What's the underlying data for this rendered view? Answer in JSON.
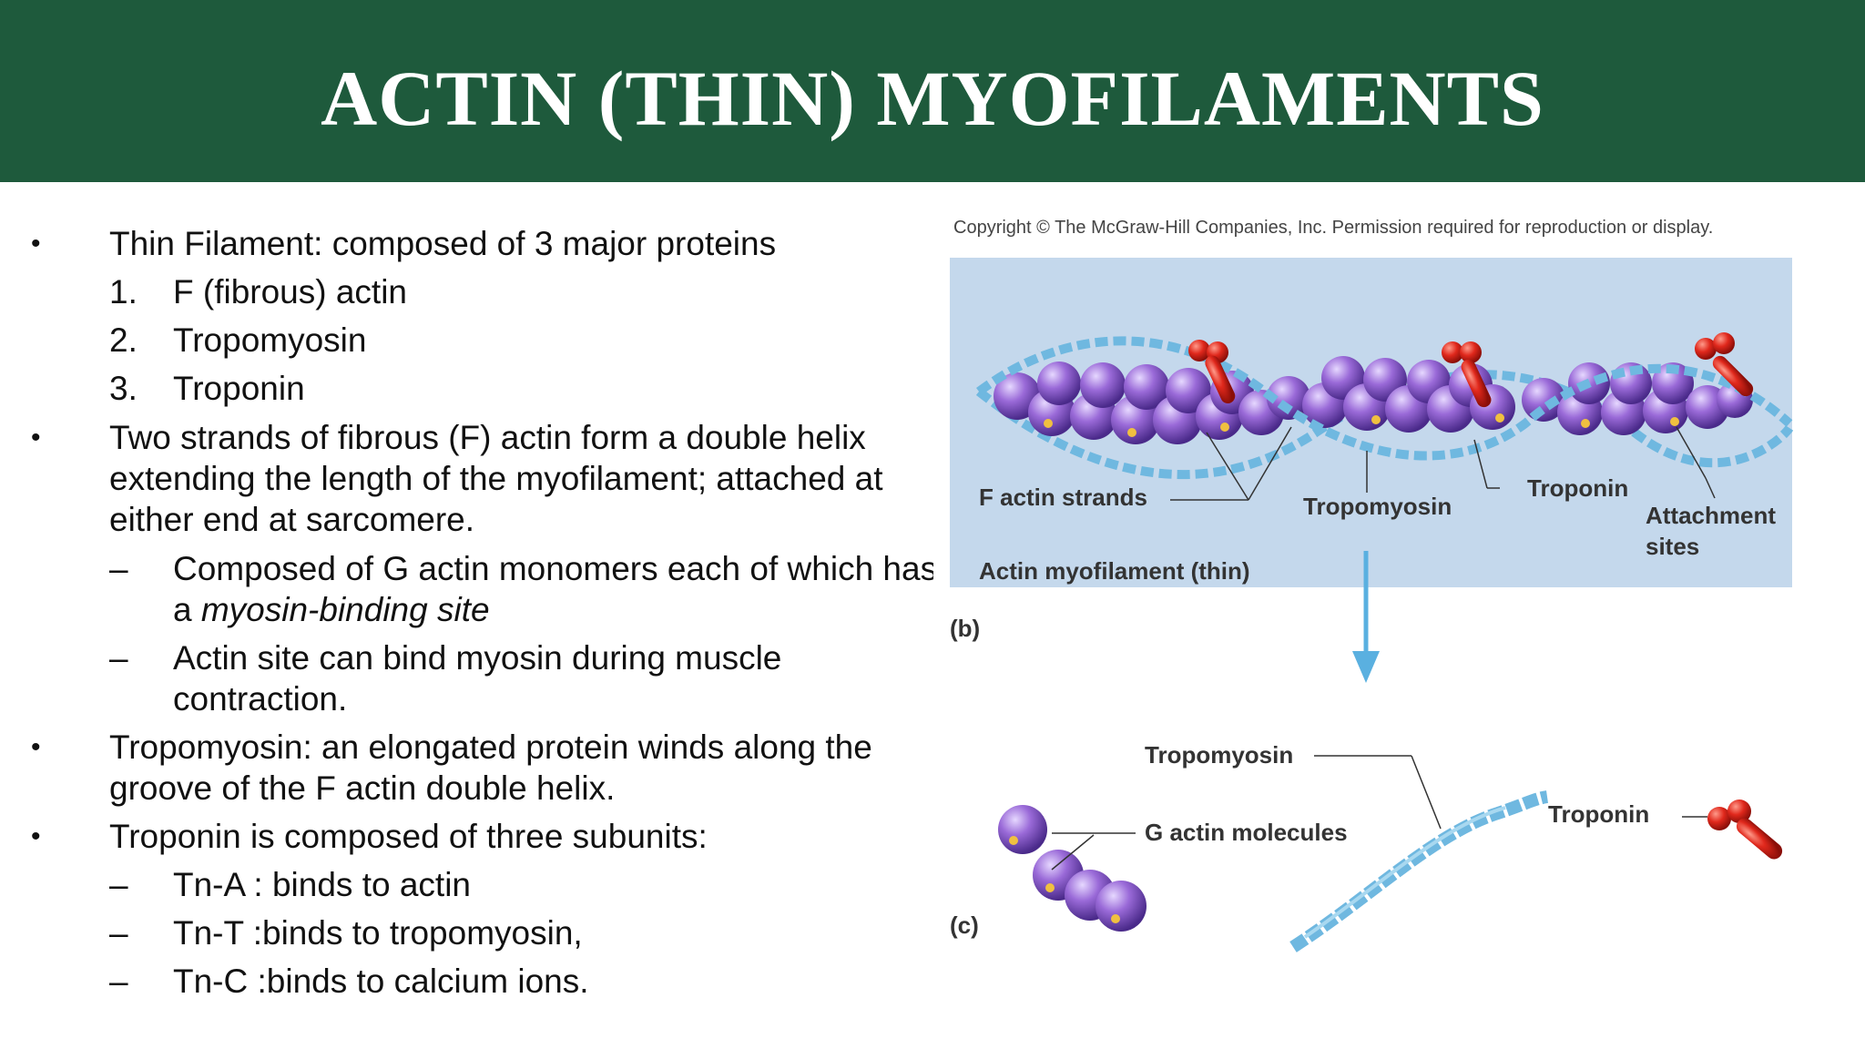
{
  "slide": {
    "title": "ACTIN (THIN) MYOFILAMENTS"
  },
  "text": {
    "b1": "Thin Filament: composed of 3 major proteins",
    "n1_num": "1.",
    "n1": "F (fibrous) actin",
    "n2_num": "2.",
    "n2": "Tropomyosin",
    "n3_num": "3.",
    "n3": "Troponin",
    "b2": "Two strands of fibrous (F) actin form a double helix extending the length of the myofilament; attached at either end at sarcomere.",
    "d1_pre": "Composed of G actin monomers each of which has",
    "d1_pre2": "a ",
    "d1_italic": "myosin-binding site",
    "d2": "Actin site can bind myosin during muscle contraction.",
    "b3": "Tropomyosin: an elongated protein winds along the groove of the F actin double helix.",
    "b4": "Troponin is composed of three subunits:",
    "s1": "Tn-A : binds to actin",
    "s2": "Tn-T :binds to tropomyosin,",
    "s3": "Tn-C :binds to calcium ions.",
    "bullet_char": "•",
    "dash_char": "–"
  },
  "figure": {
    "copyright": "Copyright © The McGraw-Hill Companies, Inc. Permission required for reproduction or display.",
    "label_f_actin": "F actin strands",
    "label_tropomyosin": "Tropomyosin",
    "label_troponin": "Troponin",
    "label_attachment1": "Attachment",
    "label_attachment2": "sites",
    "label_actin_myofilament": "Actin myofilament (thin)",
    "panel_b": "(b)",
    "panel_c": "(c)",
    "label_c_tropomyosin": "Tropomyosin",
    "label_g_actin": "G actin molecules",
    "label_c_troponin": "Troponin",
    "colors": {
      "header_green": "#1e5a3c",
      "panel_bg": "#c4d8ec",
      "actin_purple": "#8a5cc8",
      "tropomyosin_blue": "#6fb8e0",
      "troponin_red": "#d8281c",
      "binding_site": "#f0c040"
    }
  }
}
